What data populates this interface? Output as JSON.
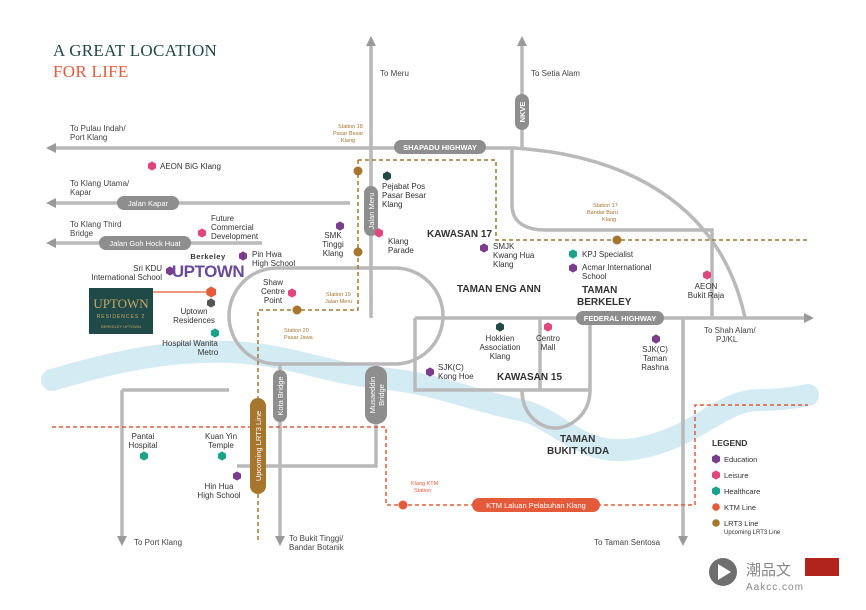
{
  "title": {
    "line1": "A GREAT LOCATION",
    "line2": "FOR LIFE"
  },
  "colors": {
    "education": "#7a3d8c",
    "leisure": "#e0457b",
    "healthcare": "#1aa38a",
    "ktm": "#e35b3a",
    "lrt": "#a6762f",
    "road": "#b9b9b9",
    "river": "#cde8f1",
    "teal": "#1f4a47",
    "highway_pill": "#8e8e8e",
    "dark_marker": "#1f4a47"
  },
  "directions": {
    "meru": "To Meru",
    "setia_alam": "To Setia Alam",
    "pulau_indah_1": "To Pulau Indah/",
    "pulau_indah_2": "Port Klang",
    "klang_utama_1": "To Klang Utama/",
    "klang_utama_2": "Kapar",
    "klang_third_1": "To Klang Third",
    "klang_third_2": "Bridge",
    "shah_alam_1": "To Shah Alam/",
    "shah_alam_2": "PJ/KL",
    "port_klang": "To Port Klang",
    "bukit_tinggi_1": "To Bukit Tinggi/",
    "bukit_tinggi_2": "Bandar Botanik",
    "taman_sentosa": "To Taman Sentosa"
  },
  "roads": {
    "shapadu": "SHAPADU HIGHWAY",
    "federal": "FEDERAL HIGHWAY",
    "nkve": "NKVE",
    "jalan_kapar": "Jalan Kapar",
    "jalan_goh": "Jalan Goh Hock Huat",
    "jalan_meru": "Jalan Meru",
    "kota_bridge": "Kota Bridge",
    "musaeddin_1": "Musaeddin",
    "musaeddin_2": "Bridge",
    "lrt3_line": "Upcoming LRT3 Line",
    "ktm_line": "KTM Laluan Pelabuhan Klang"
  },
  "stations": {
    "s18_1": "Station 18",
    "s18_2": "Pasar Besar",
    "s18_3": "Klang",
    "s17_1": "Station 17",
    "s17_2": "Bandar Baru",
    "s17_3": "Klang",
    "s19_1": "Station 19",
    "s19_2": "Jalan Meru",
    "s20_1": "Station 20",
    "s20_2": "Pasar Jawa",
    "ktm_1": "Klang KTM",
    "ktm_2": "Station"
  },
  "places": {
    "aeon_big": "AEON BiG Klang",
    "future_1": "Future",
    "future_2": "Commercial",
    "future_3": "Development",
    "pin_hwa_1": "Pin Hwa",
    "pin_hwa_2": "High School",
    "sri_kdu_1": "Sri KDU",
    "sri_kdu_2": "International School",
    "uptown_res_1": "Uptown",
    "uptown_res_2": "Residences",
    "hospital_wanita_1": "Hospital Wanita",
    "hospital_wanita_2": "Metro",
    "shaw_1": "Shaw",
    "shaw_2": "Centre",
    "shaw_3": "Point",
    "smk_tinggi_1": "SMK",
    "smk_tinggi_2": "Tinggi",
    "smk_tinggi_3": "Klang",
    "pejabat_1": "Pejabat Pos",
    "pejabat_2": "Pasar Besar",
    "pejabat_3": "Klang",
    "klang_parade_1": "Klang",
    "klang_parade_2": "Parade",
    "smjk_1": "SMJK",
    "smjk_2": "Kwang Hua",
    "smjk_3": "Klang",
    "kpj": "KPJ Specialist",
    "acmar_1": "Acmar International",
    "acmar_2": "School",
    "aeon_raja_1": "AEON",
    "aeon_raja_2": "Bukit Raja",
    "hokkien_1": "Hokkien",
    "hokkien_2": "Association",
    "hokkien_3": "Klang",
    "centro_1": "Centro",
    "centro_2": "Mall",
    "sjk_hoe_1": "SJK(C)",
    "sjk_hoe_2": "Kong Hoe",
    "sjk_rashna_1": "SJK(C)",
    "sjk_rashna_2": "Taman",
    "sjk_rashna_3": "Rashna",
    "pantai_1": "Pantai",
    "pantai_2": "Hospital",
    "kuan_yin_1": "Kuan Yin",
    "kuan_yin_2": "Temple",
    "hin_hua_1": "Hin Hua",
    "hin_hua_2": "High School"
  },
  "areas": {
    "kawasan17": "KAWASAN 17",
    "taman_eng_ann": "TAMAN ENG ANN",
    "taman_berkeley_1": "TAMAN",
    "taman_berkeley_2": "BERKELEY",
    "kawasan15": "KAWASAN 15",
    "taman_bukit_kuda_1": "TAMAN",
    "taman_bukit_kuda_2": "BUKIT KUDA"
  },
  "branding": {
    "berkeley": "Berkeley",
    "uptown": "UPTOWN",
    "logo_main": "UPTOWN",
    "logo_sub": "RESIDENCES 2",
    "logo_small": "BERKELEY UPTOWN"
  },
  "legend": {
    "title": "LEGEND",
    "education": "Education",
    "leisure": "Leisure",
    "healthcare": "Healthcare",
    "ktm": "KTM Line",
    "lrt_1": "LRT3 Line",
    "lrt_2": "Upcoming LRT3 Line"
  },
  "watermark": {
    "chinese": "潮品文",
    "site": "Aakcc.com"
  }
}
